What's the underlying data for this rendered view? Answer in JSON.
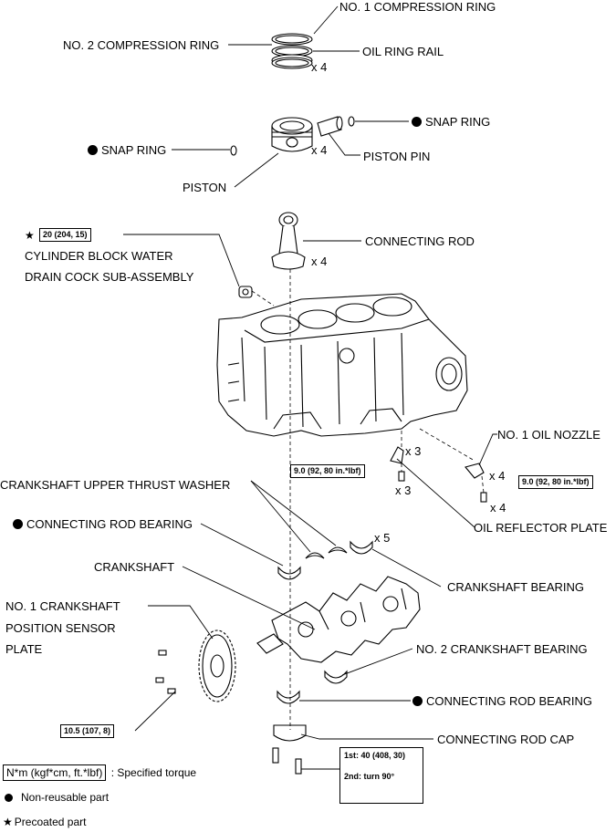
{
  "labels": {
    "no1_compression_ring": "NO. 1 COMPRESSION RING",
    "no2_compression_ring": "NO. 2 COMPRESSION RING",
    "oil_ring_rail": "OIL RING RAIL",
    "snap_ring_right": "SNAP RING",
    "snap_ring_left": "SNAP RING",
    "piston": "PISTON",
    "piston_pin": "PISTON PIN",
    "connecting_rod": "CONNECTING ROD",
    "drain_cock_line1": "CYLINDER BLOCK WATER",
    "drain_cock_line2": "DRAIN COCK SUB-ASSEMBLY",
    "no1_oil_nozzle": "NO. 1 OIL NOZZLE",
    "upper_thrust_washer": "CRANKSHAFT UPPER THRUST WASHER",
    "conrod_bearing_upper": "CONNECTING ROD BEARING",
    "oil_reflector_plate": "OIL REFLECTOR PLATE",
    "crankshaft": "CRANKSHAFT",
    "crankshaft_bearing": "CRANKSHAFT BEARING",
    "sensor_plate_line1": "NO. 1 CRANKSHAFT",
    "sensor_plate_line2": "POSITION SENSOR",
    "sensor_plate_line3": "PLATE",
    "no2_crankshaft_bearing": "NO. 2 CRANKSHAFT BEARING",
    "conrod_bearing_lower": "CONNECTING ROD BEARING",
    "connecting_rod_cap": "CONNECTING ROD CAP"
  },
  "quantities": {
    "rings": "x 4",
    "piston": "x 4",
    "connecting_rod": "x 4",
    "reflector_plate": "x 3",
    "reflector_bolt": "x 3",
    "oil_nozzle": "x 4",
    "oil_nozzle_bolt": "x 4",
    "bearing": "x 5"
  },
  "torques": {
    "drain_cock": "20 (204, 15)",
    "reflector_bolt": "9.0 (92, 80 in.*lbf)",
    "oil_nozzle_bolt": "9.0 (92, 80 in.*lbf)",
    "sensor_plate_bolt": "10.5 (107, 8)",
    "cap_bolt_line1": "1st: 40 (408, 30)",
    "cap_bolt_line2": "2nd: turn 90°"
  },
  "legend": {
    "unit_box": "N*m (kgf*cm, ft.*lbf)",
    "unit_desc": ": Specified torque",
    "non_reusable": "Non-reusable part",
    "precoated": "Precoated part"
  },
  "symbols": {
    "non_reusable": "filled-circle-icon",
    "precoated": "star-icon"
  }
}
